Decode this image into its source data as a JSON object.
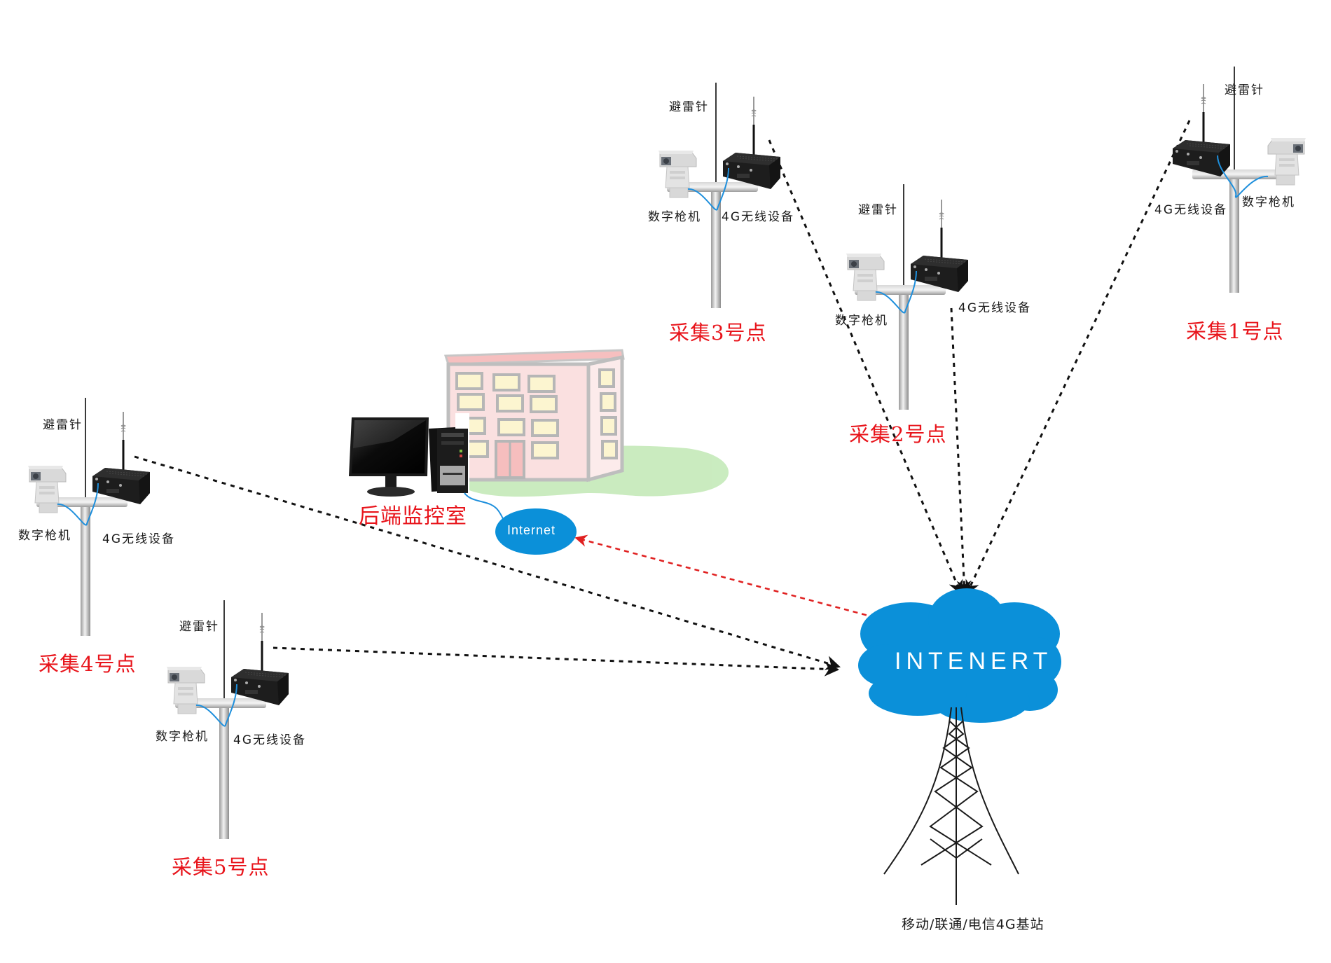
{
  "diagram": {
    "title": "4G wireless video surveillance network topology",
    "colors": {
      "site_label": "#e8141b",
      "cloud": "#0b90d9",
      "link_dashed": "#111111",
      "link_uplink": "#e02020",
      "cable": "#1e8fdc",
      "pole": "#bdbdbd",
      "building_wall": "#f6d2d2",
      "window": "#fbf0be",
      "grass": "#bfeab5"
    },
    "component_labels": {
      "lightning_rod": "避雷针",
      "camera": "数字枪机",
      "wireless_device": "4G无线设备"
    },
    "sites": [
      {
        "id": "site-1",
        "name": "采集1号点",
        "lightning_rod": "避雷针",
        "camera": "数字枪机",
        "device": "4G无线设备"
      },
      {
        "id": "site-2",
        "name": "采集2号点",
        "lightning_rod": "避雷针",
        "camera": "数字枪机",
        "device": "4G无线设备"
      },
      {
        "id": "site-3",
        "name": "采集3号点",
        "lightning_rod": "避雷针",
        "camera": "数字枪机",
        "device": "4G无线设备"
      },
      {
        "id": "site-4",
        "name": "采集4号点",
        "lightning_rod": "避雷针",
        "camera": "数字枪机",
        "device": "4G无线设备"
      },
      {
        "id": "site-5",
        "name": "采集5号点",
        "lightning_rod": "避雷针",
        "camera": "数字枪机",
        "device": "4G无线设备"
      }
    ],
    "cloud": {
      "label": "INTENERT"
    },
    "internet_node": {
      "label": "Internet"
    },
    "control_room": {
      "label": "后端监控室"
    },
    "base_station": {
      "label": "移动/联通/电信4G基站"
    },
    "links": [
      {
        "from": "site-1",
        "to": "cloud",
        "style": "dashed-black"
      },
      {
        "from": "site-2",
        "to": "cloud",
        "style": "dashed-black"
      },
      {
        "from": "site-3",
        "to": "cloud",
        "style": "dashed-black"
      },
      {
        "from": "site-4",
        "to": "cloud",
        "style": "dashed-black"
      },
      {
        "from": "site-5",
        "to": "cloud",
        "style": "dashed-black"
      },
      {
        "from": "cloud",
        "to": "internet_node",
        "style": "dashed-red"
      }
    ]
  }
}
